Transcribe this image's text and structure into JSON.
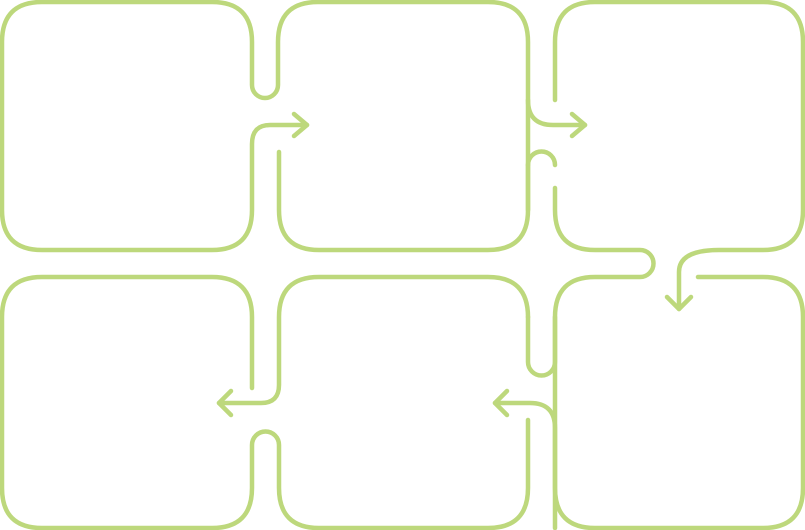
{
  "diagram": {
    "type": "process-flow",
    "steps": 6,
    "flow_order": [
      "top-left",
      "top-middle",
      "top-right",
      "bottom-right",
      "bottom-middle",
      "bottom-left"
    ],
    "colors": {
      "line": "#bdd87c",
      "background": "#ffffff"
    }
  }
}
